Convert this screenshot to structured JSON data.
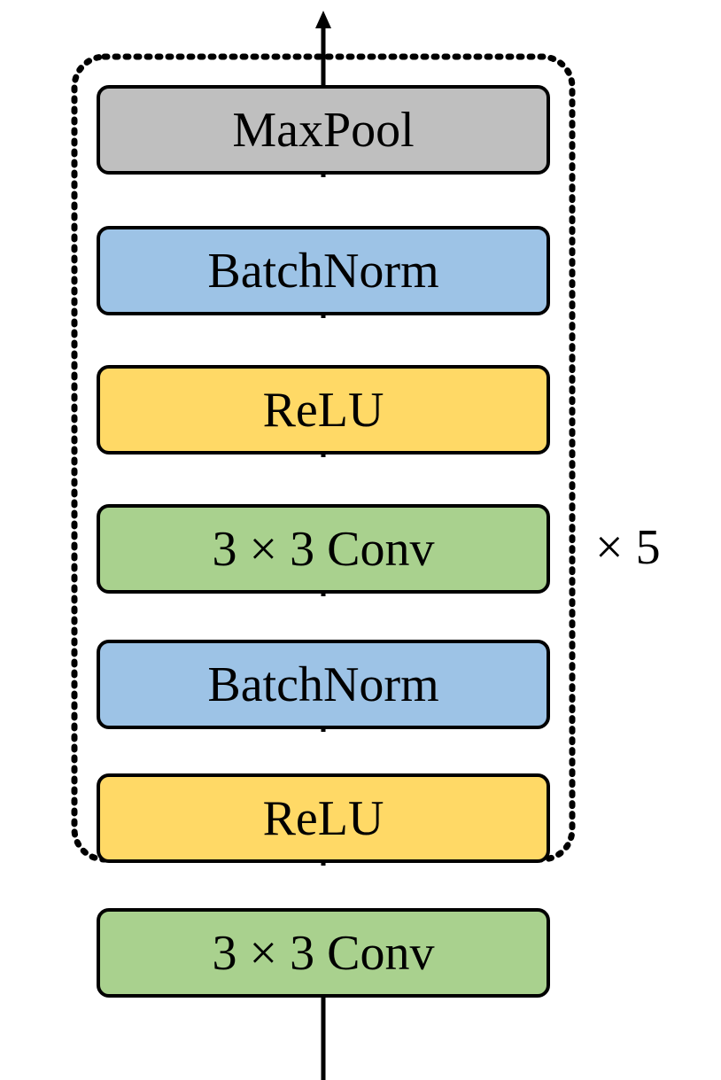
{
  "diagram": {
    "layers_bottom_to_top": [
      {
        "label": "3 × 3 Conv",
        "color": "#a9d18e"
      },
      {
        "label": "ReLU",
        "color": "#ffd966"
      },
      {
        "label": "BatchNorm",
        "color": "#9dc3e6"
      },
      {
        "label": "3 × 3 Conv",
        "color": "#a9d18e"
      },
      {
        "label": "ReLU",
        "color": "#ffd966"
      },
      {
        "label": "BatchNorm",
        "color": "#9dc3e6"
      },
      {
        "label": "MaxPool",
        "color": "#bfbfbf"
      }
    ],
    "repeat_label": "× 5",
    "outline_style": "dotted"
  }
}
